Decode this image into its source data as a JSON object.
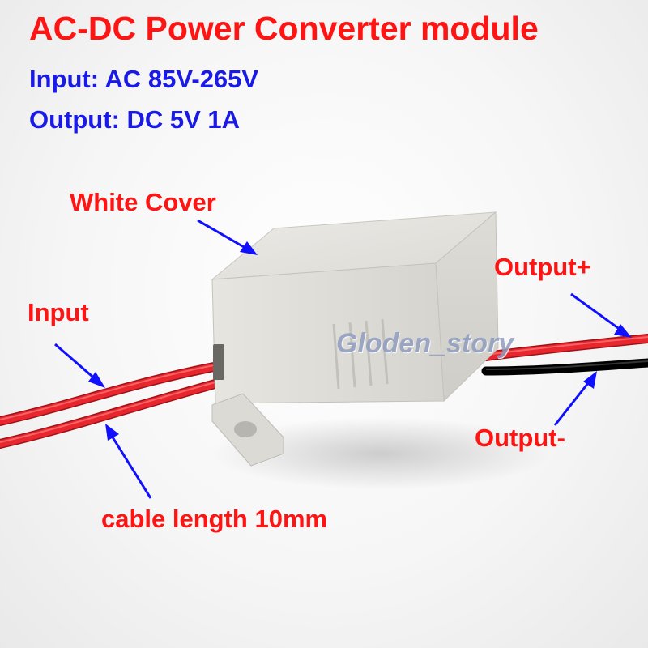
{
  "colors": {
    "label_red": "#ff1414",
    "spec_blue": "#1a1ae6",
    "arrow_blue": "#1010ff",
    "wire_red": "#e8262e",
    "wire_black": "#111111",
    "cover": "#e4e2dc"
  },
  "title": "AC-DC Power Converter module",
  "specs": {
    "input": "Input: AC 85V-265V",
    "output": "Output: DC 5V 1A"
  },
  "labels": {
    "white_cover": "White Cover",
    "output_plus": "Output+",
    "input": "Input",
    "output_minus": "Output-",
    "cable_length": "cable length 10mm"
  },
  "watermark": "Gloden_story"
}
